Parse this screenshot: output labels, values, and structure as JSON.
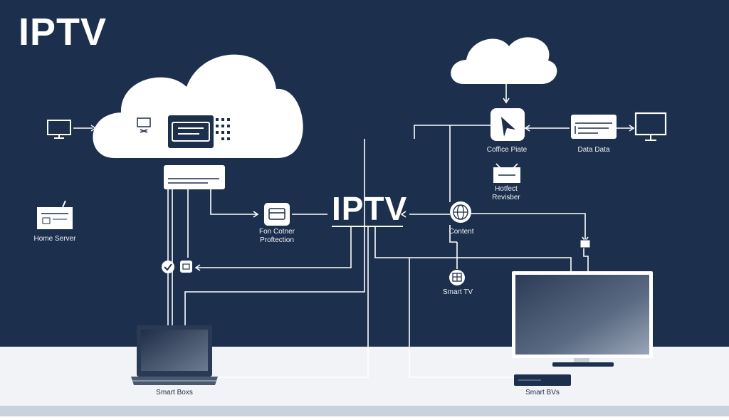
{
  "title": "IPTV",
  "center_title": "IPTV",
  "labels": {
    "coffee_plate": "Coffice Piate",
    "data": "Data Data",
    "hotspot": "Hotfect Revisber",
    "home_server": "Home Server",
    "protection": "Fon Cotner Proftection",
    "content": "Content",
    "smart_tv": "Smart TV",
    "smart_boxes": "Smart Boxs",
    "smart_bvs": "Smart BVs"
  },
  "colors": {
    "background": "#1c2f4c",
    "floor": "#f1f3f6",
    "line": "#ffffff",
    "device": "#ffffff",
    "screen": "#3a4a63"
  },
  "icons": [
    "cloud-icon",
    "server-icon",
    "tv-icon",
    "laptop-icon",
    "globe-icon",
    "monitor-icon",
    "router-icon",
    "check-icon"
  ]
}
